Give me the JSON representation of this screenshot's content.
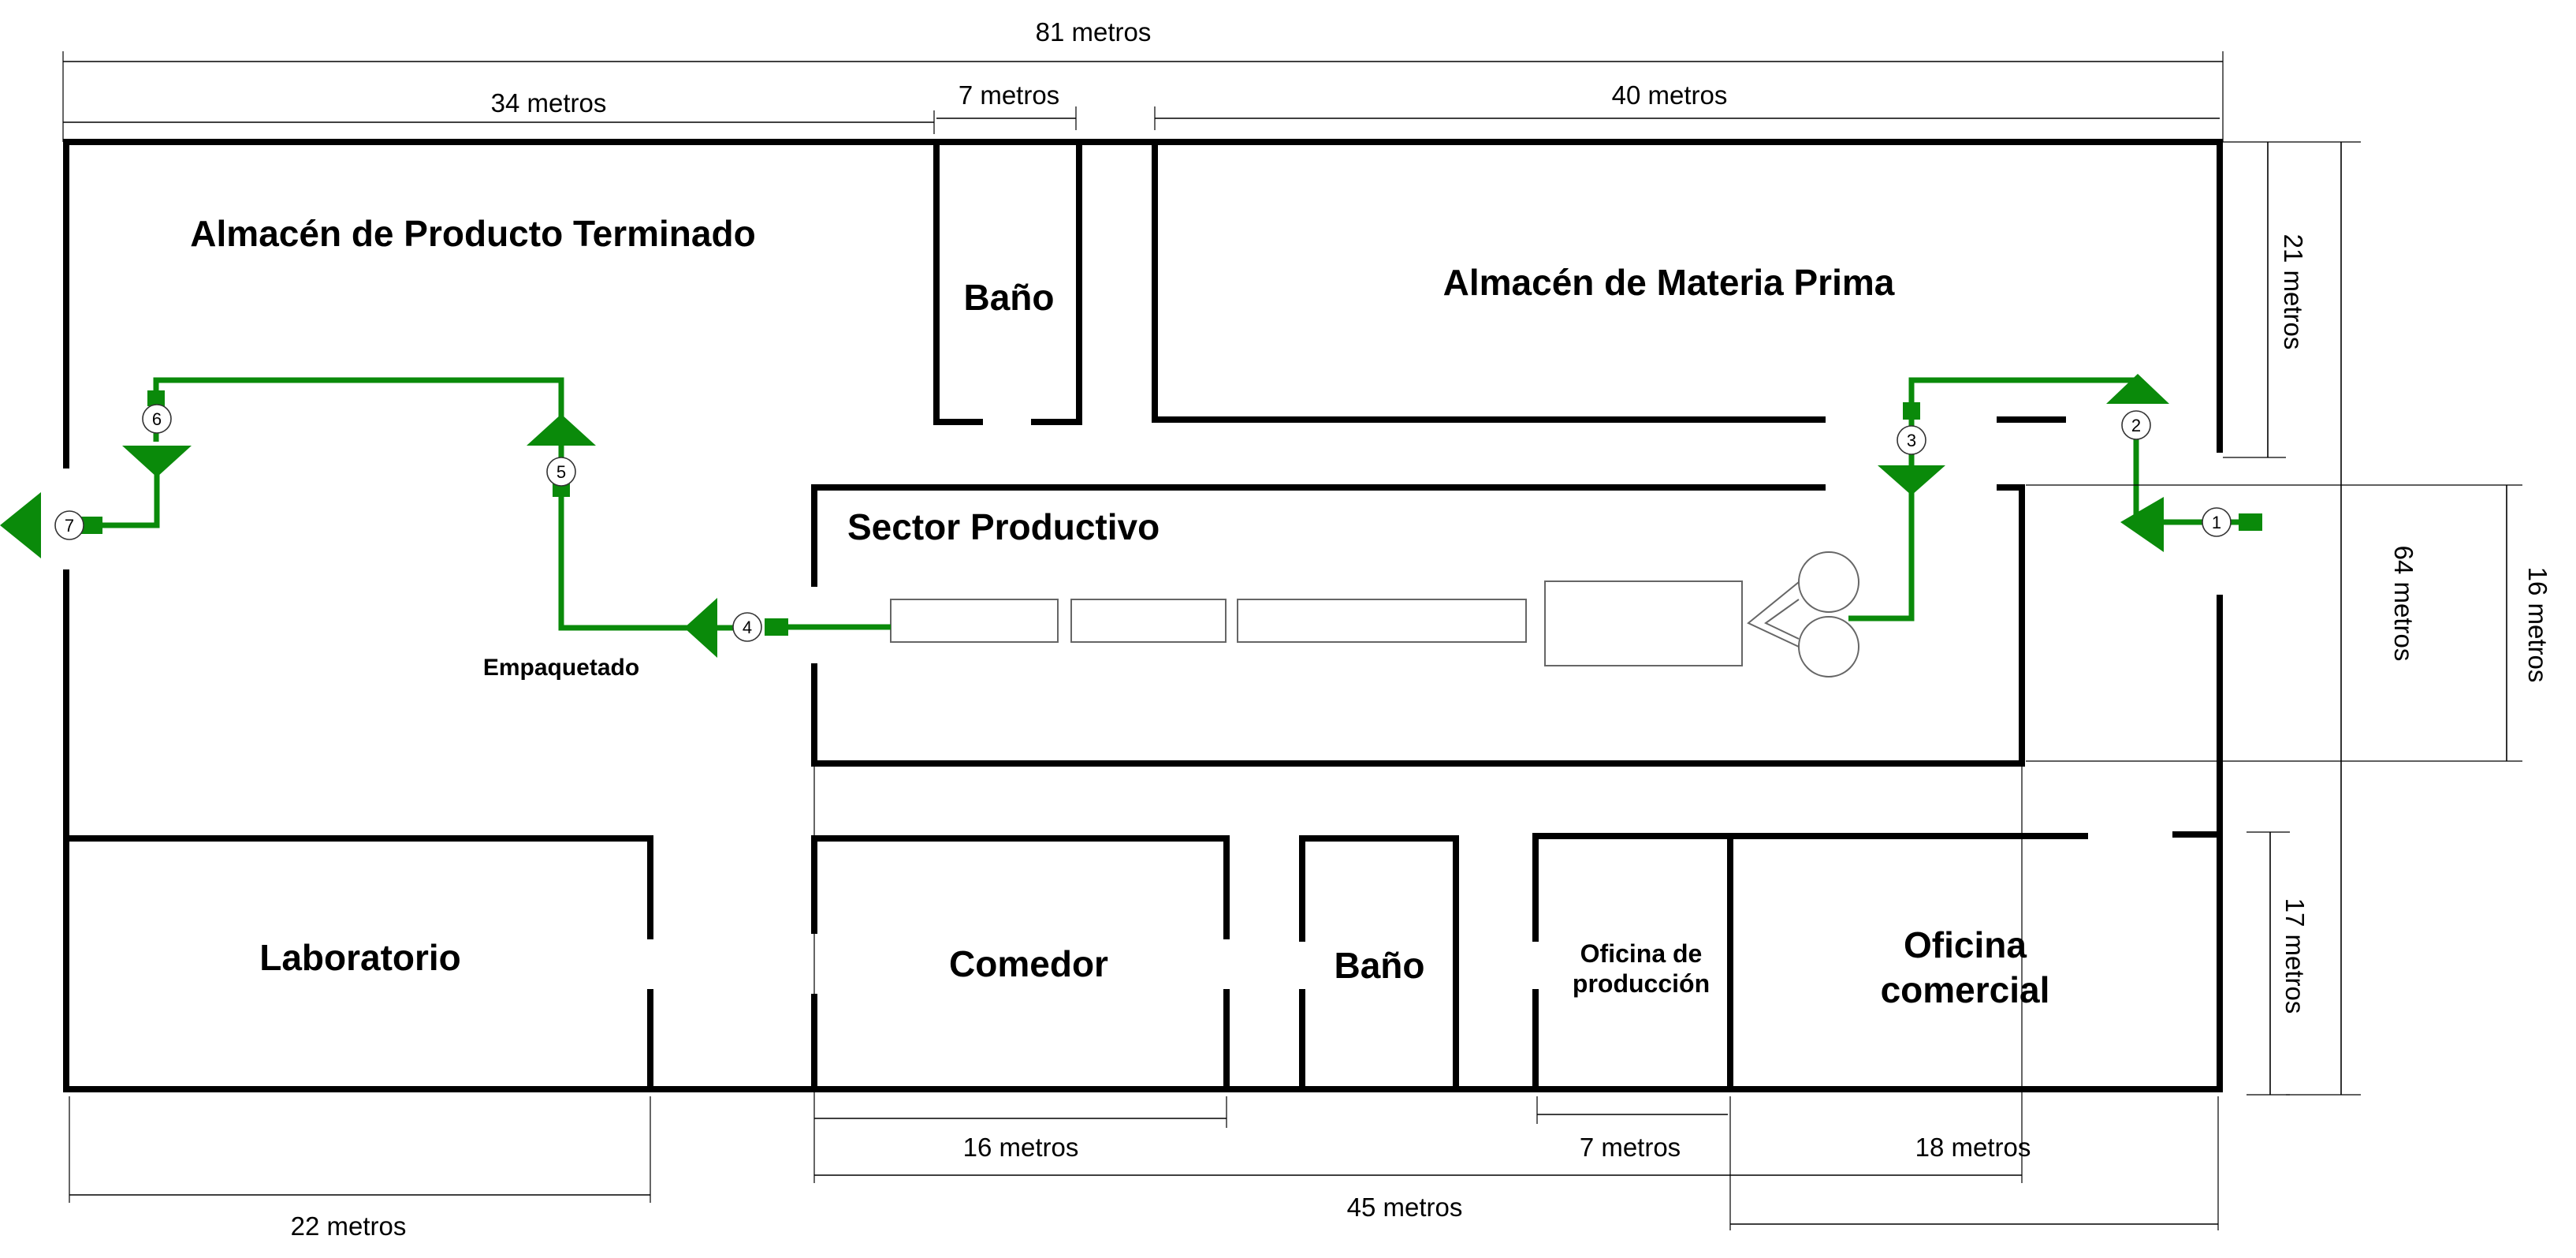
{
  "rooms": {
    "finished_warehouse": "Almacén de Producto Terminado",
    "bathroom_top": "Baño",
    "raw_warehouse": "Almacén de Materia Prima",
    "production": "Sector Productivo",
    "packaging": "Empaquetado",
    "laboratory": "Laboratorio",
    "dining": "Comedor",
    "bathroom_bottom": "Baño",
    "production_office_l1": "Oficina de",
    "production_office_l2": "producción",
    "commercial_office_l1": "Oficina",
    "commercial_office_l2": "comercial"
  },
  "dimensions": {
    "total_width": "81 metros",
    "finished_width": "34 metros",
    "bathroom_width": "7 metros",
    "raw_width": "40 metros",
    "raw_depth": "21 metros",
    "total_depth": "64 metros",
    "production_depth": "16 metros",
    "offices_depth": "17 metros",
    "lab_width": "22 metros",
    "dining_width": "16 metros",
    "prod_office_width": "7 metros",
    "commercial_width": "18 metros",
    "production_width": "45 metros"
  },
  "flow_steps": [
    "1",
    "2",
    "3",
    "4",
    "5",
    "6",
    "7"
  ],
  "colors": {
    "flow": "#0a8a0a",
    "walls": "#000000"
  }
}
